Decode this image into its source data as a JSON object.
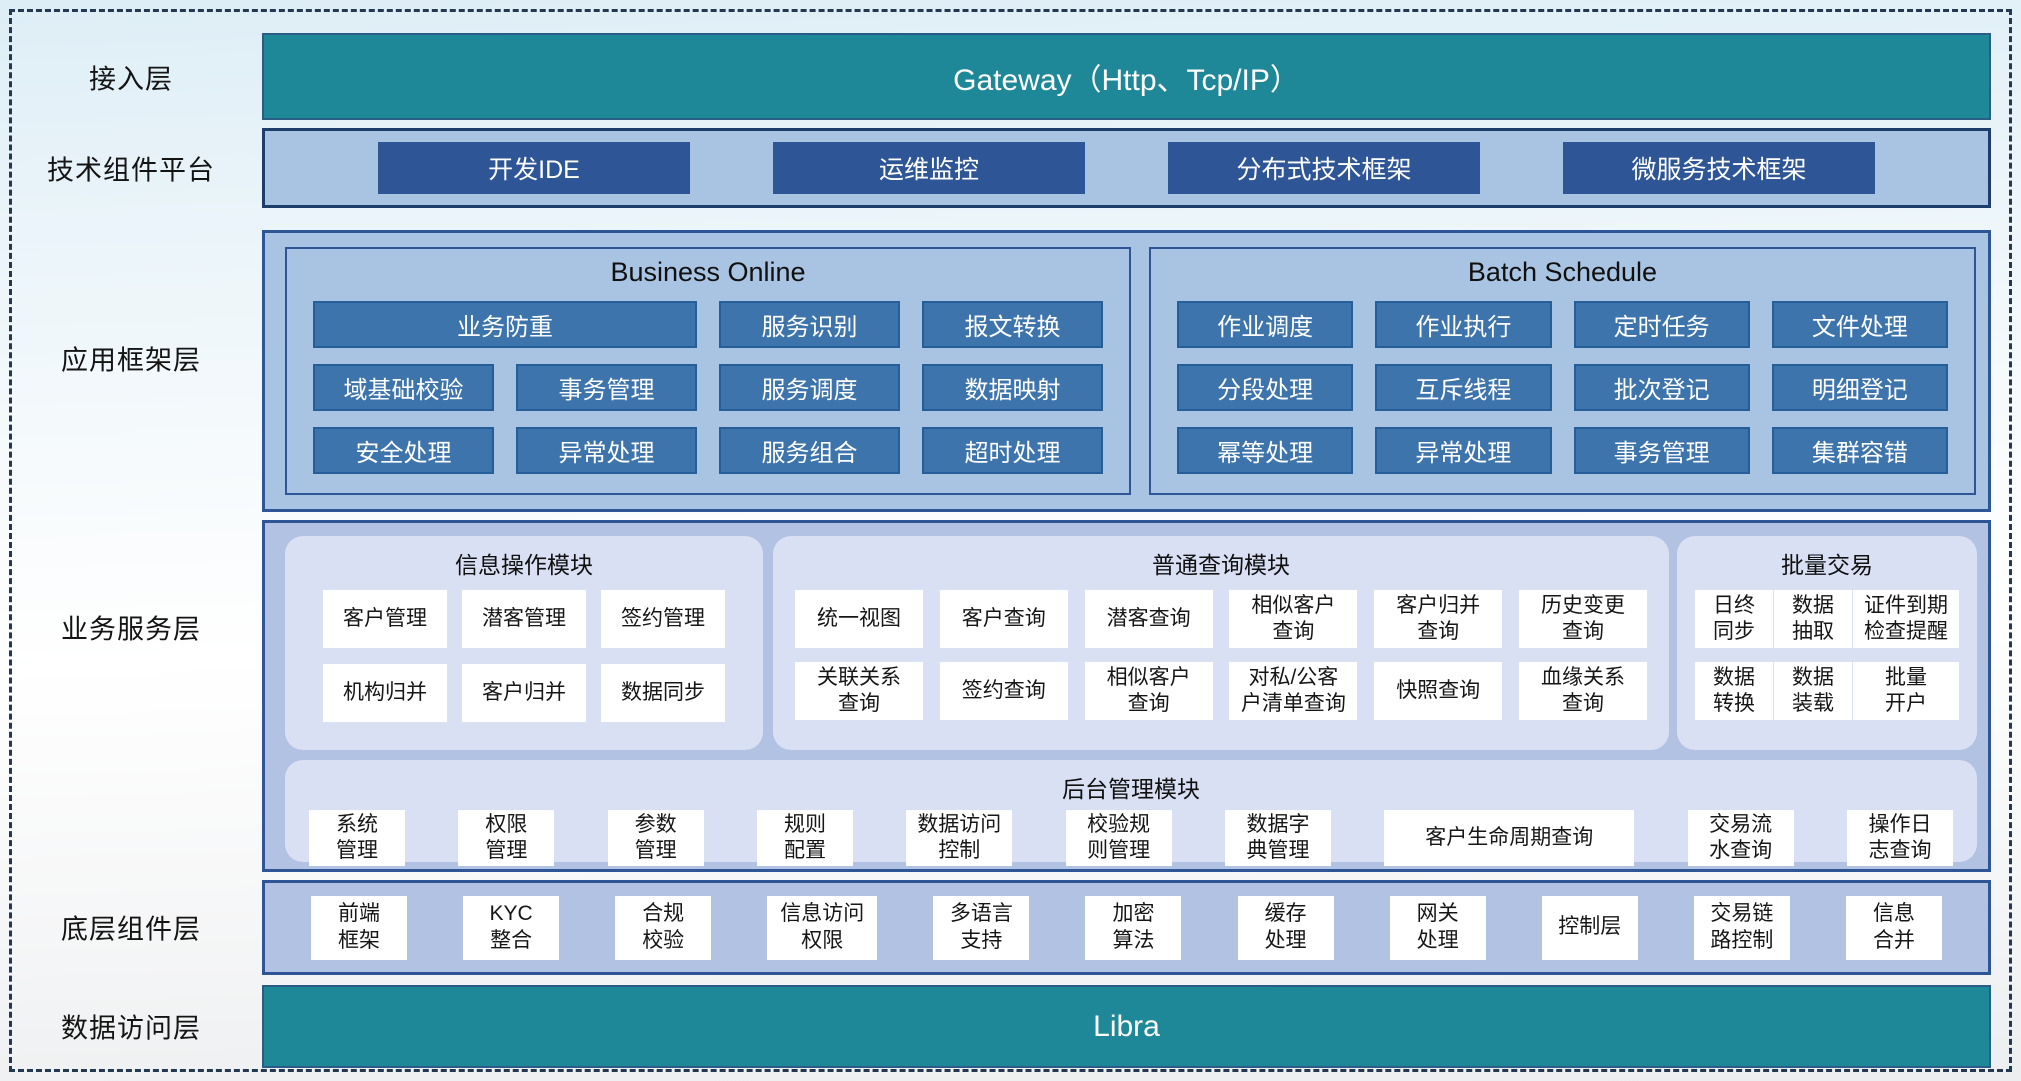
{
  "colors": {
    "teal_band": "#1e8899",
    "navy_button": "#2e5697",
    "steel_button": "#3e74ac",
    "panel_light_blue": "#a9c4e2",
    "panel_periwinkle": "#b2c2e3",
    "subpanel": "#d9e0f3"
  },
  "access": {
    "label": "接入层",
    "gateway": "Gateway（Http、Tcp/IP）"
  },
  "tech": {
    "label": "技术组件平台",
    "items": [
      "开发IDE",
      "运维监控",
      "分布式技术框架",
      "微服务技术框架"
    ]
  },
  "framework": {
    "label": "应用框架层",
    "business_online": {
      "title": "Business Online",
      "items": [
        "业务防重",
        "服务识别",
        "报文转换",
        "域基础校验",
        "事务管理",
        "服务调度",
        "数据映射",
        "安全处理",
        "异常处理",
        "服务组合",
        "超时处理"
      ]
    },
    "batch_schedule": {
      "title": "Batch Schedule",
      "items": [
        "作业调度",
        "作业执行",
        "定时任务",
        "文件处理",
        "分段处理",
        "互斥线程",
        "批次登记",
        "明细登记",
        "幂等处理",
        "异常处理",
        "事务管理",
        "集群容错"
      ]
    }
  },
  "services": {
    "label": "业务服务层",
    "info_module": {
      "title": "信息操作模块",
      "items": [
        "客户管理",
        "潜客管理",
        "签约管理",
        "机构归并",
        "客户归并",
        "数据同步"
      ]
    },
    "query_module": {
      "title": "普通查询模块",
      "items": [
        "统一视图",
        "客户查询",
        "潜客查询",
        "相似客户\n查询",
        "客户归并\n查询",
        "历史变更\n查询",
        "关联关系\n查询",
        "签约查询",
        "相似客户\n查询",
        "对私/公客\n户清单查询",
        "快照查询",
        "血缘关系\n查询"
      ]
    },
    "batch_trade": {
      "title": "批量交易",
      "items": [
        "日终\n同步",
        "数据\n抽取",
        "证件到期\n检查提醒",
        "数据\n转换",
        "数据\n装载",
        "批量\n开户"
      ]
    },
    "admin_module": {
      "title": "后台管理模块",
      "items": [
        "系统\n管理",
        "权限\n管理",
        "参数\n管理",
        "规则\n配置",
        "数据访问\n控制",
        "校验规\n则管理",
        "数据字\n典管理",
        "客户生命周期查询",
        "交易流\n水查询",
        "操作日\n志查询"
      ]
    }
  },
  "components": {
    "label": "底层组件层",
    "items": [
      "前端\n框架",
      "KYC\n整合",
      "合规\n校验",
      "信息访问\n权限",
      "多语言\n支持",
      "加密\n算法",
      "缓存\n处理",
      "网关\n处理",
      "控制层",
      "交易链\n路控制",
      "信息\n合并"
    ]
  },
  "data_access": {
    "label": "数据访问层",
    "band": "Libra"
  }
}
